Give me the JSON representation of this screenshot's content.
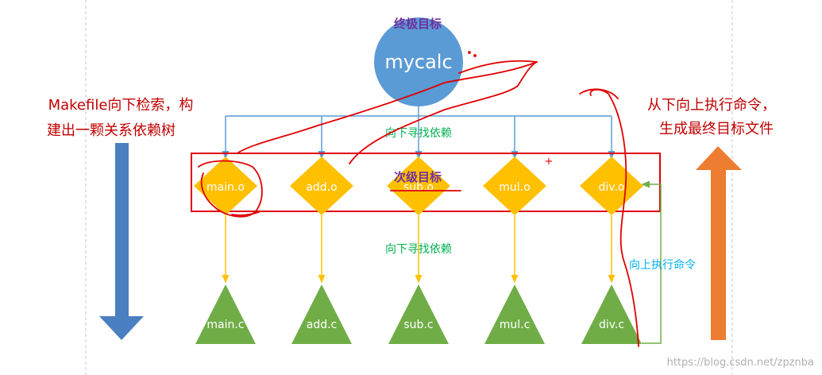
{
  "colors": {
    "root_fill": "#5b9bd5",
    "diamond_fill": "#ffc000",
    "triangle_fill": "#70ad47",
    "tree_line": "#5b9bd5",
    "down_line": "#ffc000",
    "label_green": "#00b050",
    "label_purple": "#7030a0",
    "label_red": "#c00000",
    "label_cyan": "#00b0f0",
    "frame_red": "#e00000",
    "ink_red": "#e00000",
    "left_arrow": "#4a7fc1",
    "right_arrow": "#ed7d31",
    "feedback_line": "#70ad47",
    "watermark": "#b0b0b0",
    "guide_line": "#c8c8c8"
  },
  "root": {
    "title": "终极目标",
    "label": "mycalc"
  },
  "edge_labels": {
    "upper": "向下寻找依赖",
    "lower": "向下寻找依赖"
  },
  "middle_title": "次级目标",
  "targets": [
    "main.o",
    "add.o",
    "sub.o",
    "mul.o",
    "div.o"
  ],
  "sources": [
    "main.c",
    "add.c",
    "sub.c",
    "mul.c",
    "div.c"
  ],
  "left_note": [
    "Makefile向下检索，构",
    "建出一颗关系依赖树"
  ],
  "right_note": [
    "从下向上执行命令，",
    "生成最终目标文件"
  ],
  "feedback_label": "向上执行命令",
  "watermark": "https://blog.csdn.net/zpznba",
  "mark_plus": "+"
}
